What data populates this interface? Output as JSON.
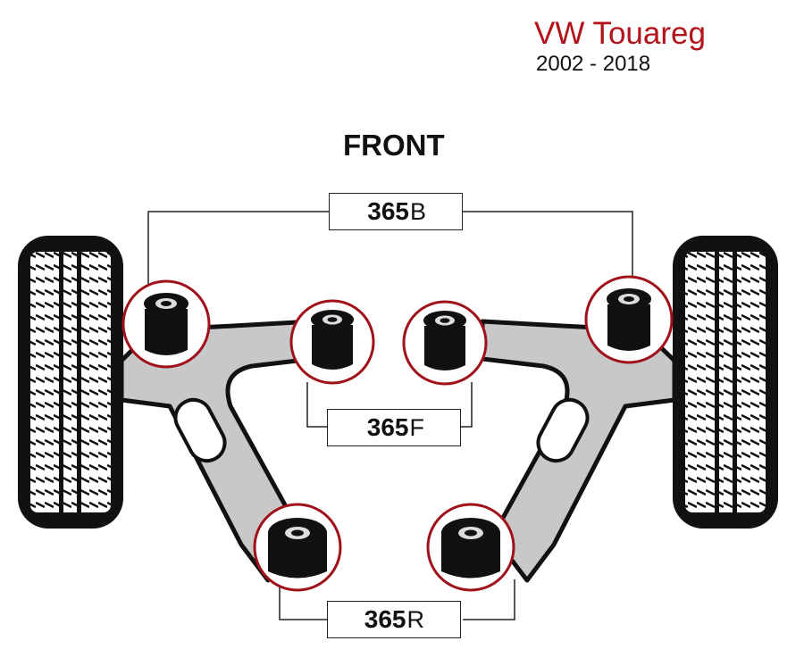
{
  "header": {
    "title": "VW Touareg",
    "years": "2002 - 2018"
  },
  "front_label": "FRONT",
  "parts": [
    {
      "number": "365",
      "suffix": "B"
    },
    {
      "number": "365",
      "suffix": "F"
    },
    {
      "number": "365",
      "suffix": "R"
    }
  ],
  "colors": {
    "accent": "#b3121b",
    "arm": "#c8c8c8",
    "bush": "#111111"
  }
}
